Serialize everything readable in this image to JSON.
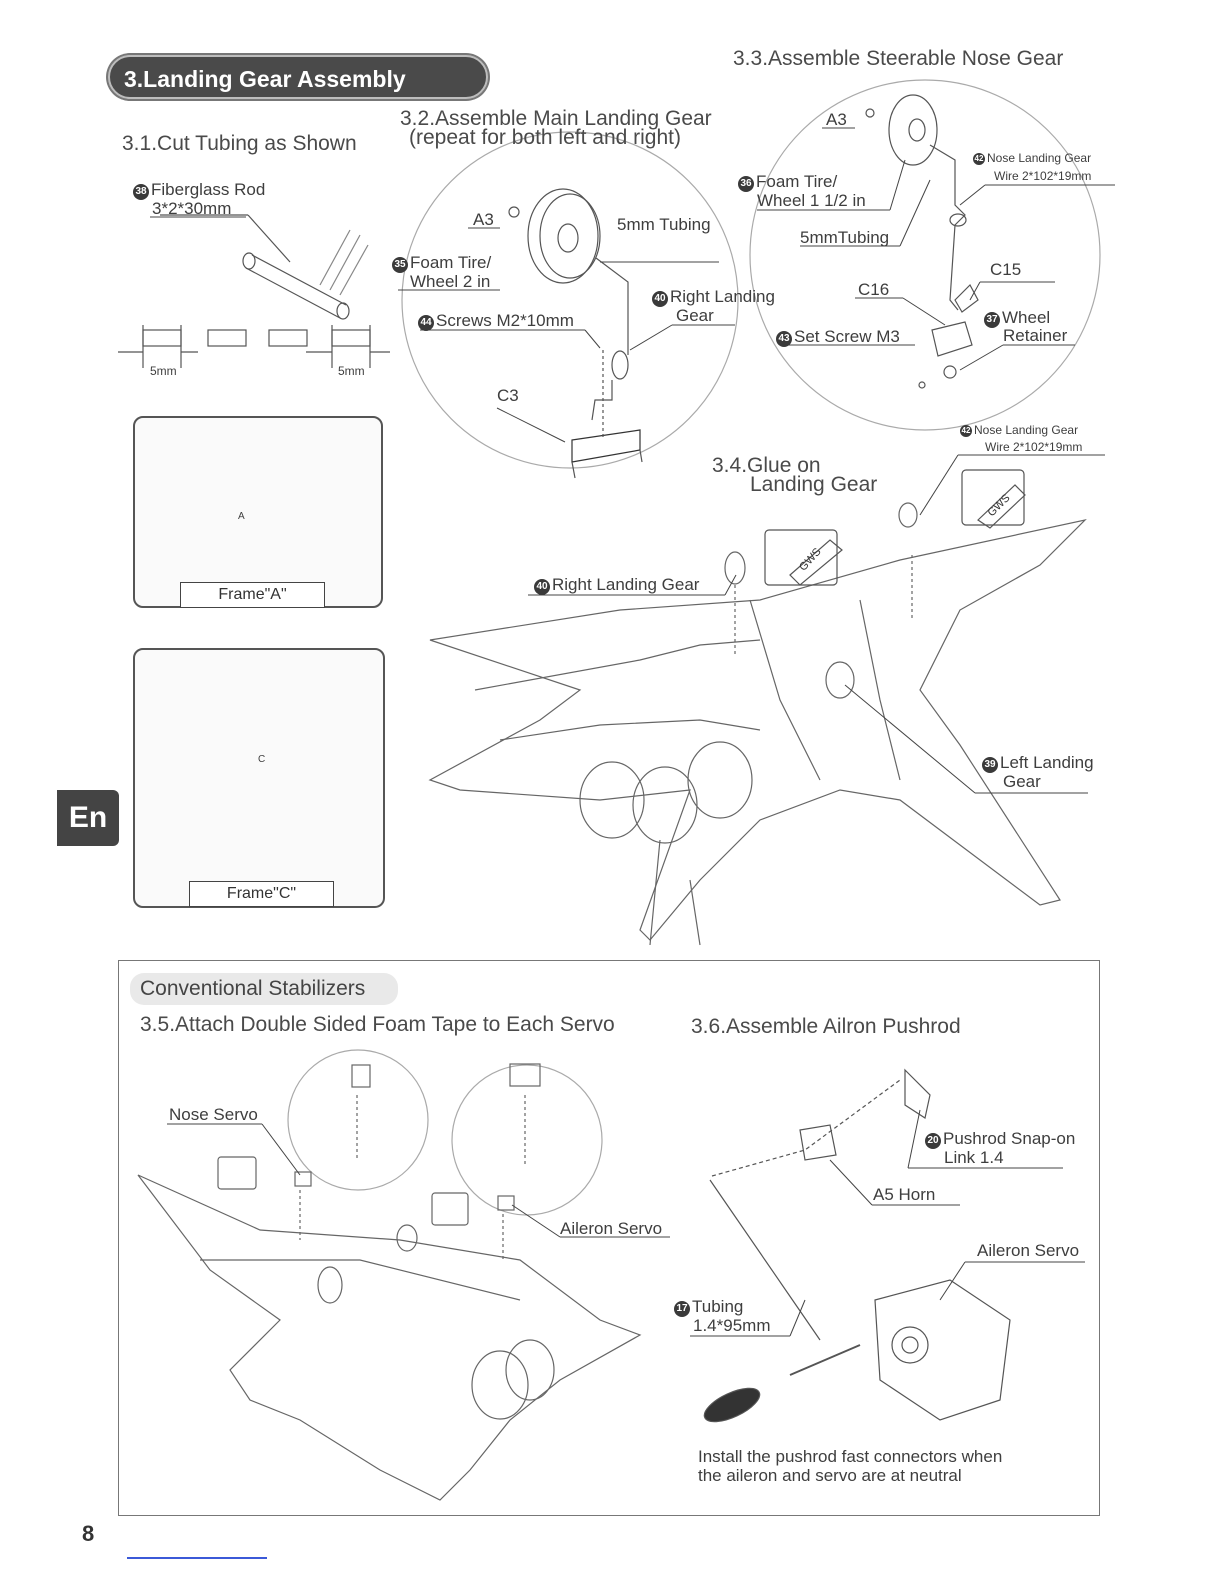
{
  "header": {
    "section_title": "3.Landing Gear Assembly",
    "steerable_heading": "3.3.Assemble Steerable Nose Gear"
  },
  "step31": {
    "heading": "3.1.Cut Tubing as Shown",
    "rod_num": "38",
    "rod_label": "Fiberglass Rod",
    "rod_size": "3*2*30mm",
    "dim_left": "5mm",
    "dim_right": "5mm"
  },
  "frames": {
    "frame_a": "Frame\"A\"",
    "frame_c": "Frame\"C\"",
    "frame_a_letter": "A",
    "frame_c_letter": "C"
  },
  "step32": {
    "heading_line1": "3.2.Assemble Main Landing Gear",
    "heading_line2": "(repeat for both left and right)",
    "a3": "A3",
    "tubing": "5mm Tubing",
    "tire_num": "35",
    "tire_line1": "Foam Tire/",
    "tire_line2": "Wheel 2 in",
    "right_num": "40",
    "right_line1": "Right Landing",
    "right_line2": "Gear",
    "screws_num": "44",
    "screws": "Screws M2*10mm",
    "c3": "C3"
  },
  "step33": {
    "a3": "A3",
    "tire_num": "36",
    "tire_line1": "Foam Tire/",
    "tire_line2": "Wheel 1 1/2 in",
    "tubing": "5mmTubing",
    "wire_num": "42",
    "wire_line1": "Nose Landing Gear",
    "wire_line2": "Wire 2*102*19mm",
    "c15": "C15",
    "c16": "C16",
    "retainer_num": "37",
    "retainer_line1": "Wheel",
    "retainer_line2": "Retainer",
    "setscrew_num": "43",
    "setscrew": "Set Screw M3"
  },
  "step34": {
    "heading_line1": "3.4.Glue on",
    "heading_line2": "Landing Gear",
    "wire_num": "42",
    "wire_line1": "Nose Landing Gear",
    "wire_line2": "Wire 2*102*19mm",
    "right_num": "40",
    "right": "Right Landing Gear",
    "left_num": "39",
    "left_line1": "Left Landing",
    "left_line2": "Gear",
    "glue_brand": "GWS"
  },
  "side_tab": "En",
  "stabilizers": {
    "subheading": "Conventional Stabilizers",
    "step35": "3.5.Attach Double Sided Foam Tape to Each Servo",
    "nose_servo": "Nose Servo",
    "aileron_servo": "Aileron Servo",
    "step36": "3.6.Assemble Ailron Pushrod",
    "link_num": "20",
    "link_line1": "Pushrod Snap-on",
    "link_line2": "Link 1.4",
    "horn": "A5 Horn",
    "servo": "Aileron Servo",
    "tubing_num": "17",
    "tubing_line1": "Tubing",
    "tubing_line2": "1.4*95mm",
    "note_line1": "Install the pushrod fast connectors when",
    "note_line2": "the aileron and servo are at neutral"
  },
  "page_number": "8"
}
